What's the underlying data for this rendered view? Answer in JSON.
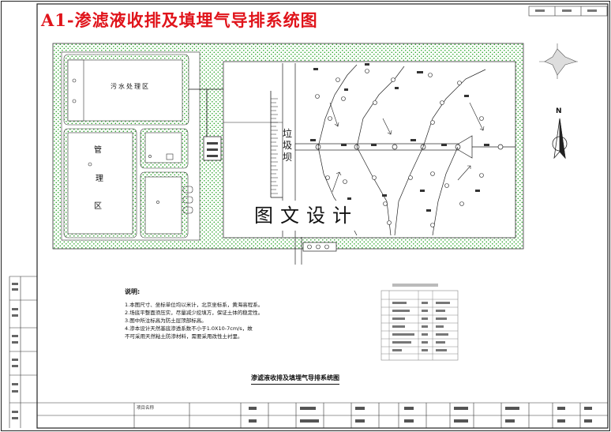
{
  "headline": "A1-渗滤液收排及填埋气导排系统图",
  "watermark": "图文设计",
  "north_label": "N",
  "areas": {
    "sewage": "污水处理区",
    "management": "管理区",
    "management_chars": [
      "管",
      "理",
      "区"
    ],
    "dam": "垃圾坝",
    "dam_chars": [
      "垃",
      "圾",
      "坝"
    ]
  },
  "notes": {
    "title": "说明:",
    "items": [
      "1.本图尺寸、坐标单位均以米计，北京坐标系，黄海高程系。",
      "2.场底平整面须压实，尽量减少挖填方，保证土体的稳定性。",
      "3.图中所注标高为防土层顶部标高。",
      "4.渗本设计天然基底渗透系数不小于1.0X10-7cm/s，故",
      "  不可采用天然粘土防渗材料，需要采用改性土衬里。"
    ]
  },
  "drawing_title": "渗滤液收排及填埋气导排系统图",
  "title_block": {
    "project_name": "项目名称"
  },
  "chart_data": {
    "type": "diagram",
    "nodes": [
      "sewage-treatment-zone",
      "management-zone",
      "landfill-cell",
      "dam",
      "leachate-main-pipe",
      "gas-vent-wells"
    ],
    "edges": [
      [
        "landfill-cell",
        "leachate-main-pipe"
      ],
      [
        "leachate-main-pipe",
        "sewage-treatment-zone"
      ]
    ]
  }
}
